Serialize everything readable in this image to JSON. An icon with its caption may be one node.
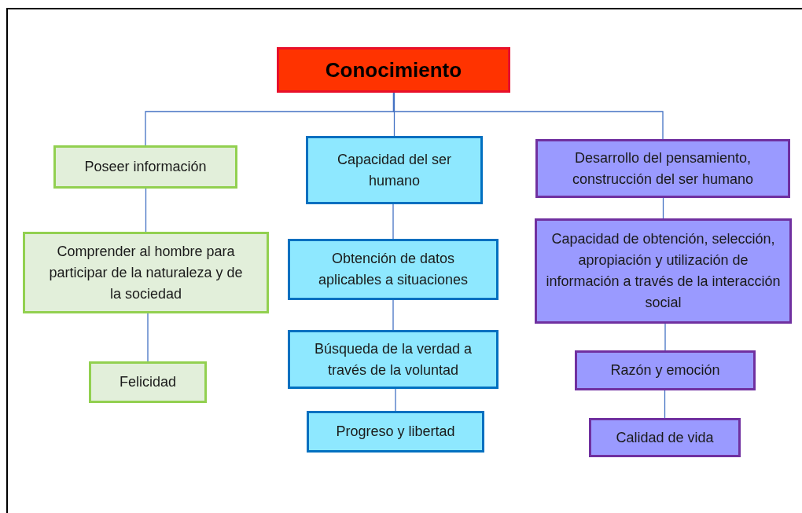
{
  "diagram": {
    "nodes": [
      {
        "text": [
          "Conocimiento"
        ]
      },
      {
        "text": [
          "Poseer información"
        ]
      },
      {
        "text": [
          "Capacidad del ser humano"
        ]
      },
      {
        "text": [
          "Desarrollo del pensamiento, construcción del ser humano"
        ]
      },
      {
        "text": [
          "Comprender al hombre para participar de la naturaleza y de la sociedad"
        ]
      },
      {
        "text": [
          "Obtención de datos aplicables a situaciones"
        ]
      },
      {
        "text": [
          "Capacidad de obtención, selección, apropiación y utilización de información a través de la interacción social"
        ]
      },
      {
        "text": [
          "Felicidad"
        ]
      },
      {
        "text": [
          "Búsqueda de la verdad a través de la voluntad"
        ]
      },
      {
        "text": [
          "Razón y emoción"
        ]
      },
      {
        "text": [
          "Progreso y libertad"
        ]
      },
      {
        "text": [
          "Calidad de vida"
        ]
      }
    ],
    "edges": [
      {
        "from": 0,
        "to": 1,
        "arrow": "none"
      },
      {
        "from": 0,
        "to": 2,
        "arrow": "none"
      },
      {
        "from": 0,
        "to": 3,
        "arrow": "none"
      },
      {
        "from": 1,
        "to": 4,
        "arrow": "none"
      },
      {
        "from": 4,
        "to": 7,
        "arrow": "none"
      },
      {
        "from": 2,
        "to": 5,
        "arrow": "none"
      },
      {
        "from": 5,
        "to": 8,
        "arrow": "none"
      },
      {
        "from": 8,
        "to": 10,
        "arrow": "none"
      },
      {
        "from": 3,
        "to": 6,
        "arrow": "none"
      },
      {
        "from": 6,
        "to": 9,
        "arrow": "none"
      },
      {
        "from": 9,
        "to": 11,
        "arrow": "none"
      }
    ]
  }
}
